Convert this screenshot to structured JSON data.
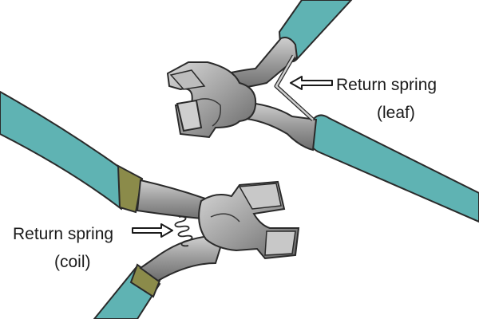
{
  "labels": {
    "leaf_line1": "Return spring",
    "leaf_line2": "(leaf)",
    "coil_line1": "Return spring",
    "coil_line2": "(coil)"
  },
  "colors": {
    "handle": "#5fb3b3",
    "handle_dark": "#3c8c8c",
    "metal": "#8d8d8d",
    "metal_light": "#c4c4c4",
    "metal_dark": "#5a5a5a",
    "ferrule": "#8b8b4a",
    "outline": "#2a2a2a"
  },
  "icons": [
    "arrow-icon",
    "leaf-spring-icon",
    "coil-spring-icon",
    "pliers-icon"
  ]
}
